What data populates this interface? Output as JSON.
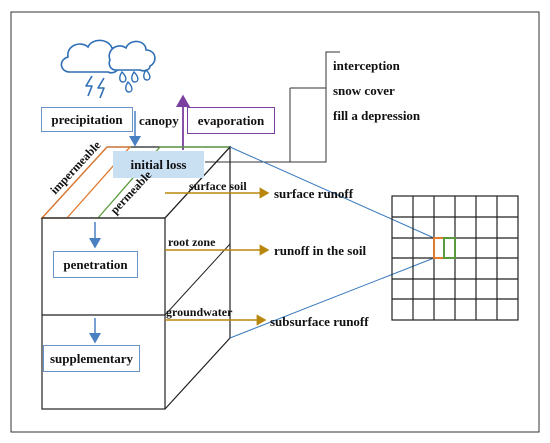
{
  "labels": {
    "precipitation": "precipitation",
    "canopy": "canopy",
    "evaporation": "evaporation",
    "initial_loss": "initial loss",
    "interception": "interception",
    "snow_cover": "snow cover",
    "fill_depression": "fill a depression",
    "impermeable": "impermeable",
    "permeable": "permeable",
    "surface_soil": "surface soil",
    "surface_runoff": "surface runoff",
    "root_zone": "root zone",
    "runoff_in_soil": "runoff in the soil",
    "groundwater": "groundwater",
    "subsurface_runoff": "subsurface runoff",
    "penetration": "penetration",
    "supplementary": "supplementary"
  },
  "colors": {
    "box_border": "#6a93c8",
    "flow_arrow": "#4a7fc2",
    "evaporation": "#7b3fa0",
    "runoff_arrow": "#b8860b",
    "impermeable_edge": "#e07a30",
    "permeable_edge": "#5a9a3c",
    "initial_loss_fill": "#c9dff2",
    "projection_line": "#3a7abd"
  },
  "icons": [
    "rain-cloud-icon",
    "lightning-icon"
  ]
}
